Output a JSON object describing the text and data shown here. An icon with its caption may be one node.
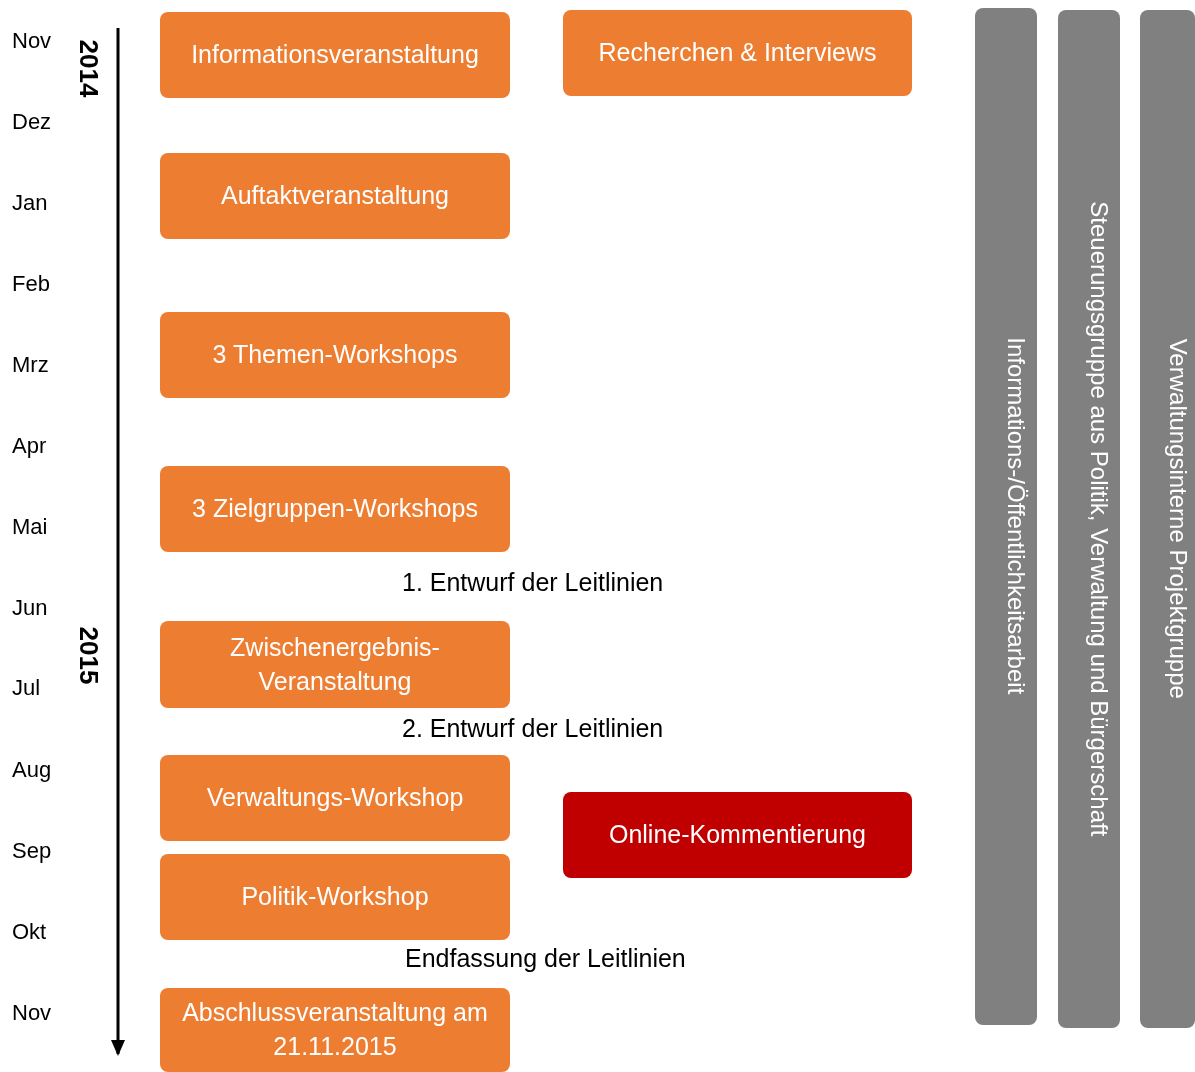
{
  "diagram": {
    "nodes": [
      {
        "text": [
          "Informationsveranstaltung"
        ]
      },
      {
        "text": [
          "Recherchen & Interviews"
        ]
      },
      {
        "text": [
          "Auftaktveranstaltung"
        ]
      },
      {
        "text": [
          "3 Themen-Workshops"
        ]
      },
      {
        "text": [
          "3 Zielgruppen-Workshops"
        ]
      },
      {
        "text": [
          "Zwischenergebnis-Veranstaltung"
        ]
      },
      {
        "text": [
          "Verwaltungs-Workshop"
        ]
      },
      {
        "text": [
          "Online-Kommentierung"
        ]
      },
      {
        "text": [
          "Politik-Workshop"
        ]
      },
      {
        "text": [
          "Abschlussveranstaltung am 21.11.2015"
        ]
      },
      {
        "text": [
          "Informations-/Öffentlichkeitsarbeit"
        ]
      },
      {
        "text": [
          "Steuerungsgruppe aus Politik, Verwaltung und Bürgerschaft"
        ]
      },
      {
        "text": [
          "Verwaltungsinterne Projektgruppe"
        ]
      }
    ],
    "labels": [
      "Nov",
      "2014",
      "Dez",
      "Jan",
      "Feb",
      "Mrz",
      "Apr",
      "Mai",
      "1. Entwurf der Leitlinien",
      "Jun",
      "2015",
      "Jul",
      "2. Entwurf der Leitlinien",
      "Aug",
      "Sep",
      "Okt",
      "Endfassung der Leitlinien",
      "Nov"
    ]
  }
}
